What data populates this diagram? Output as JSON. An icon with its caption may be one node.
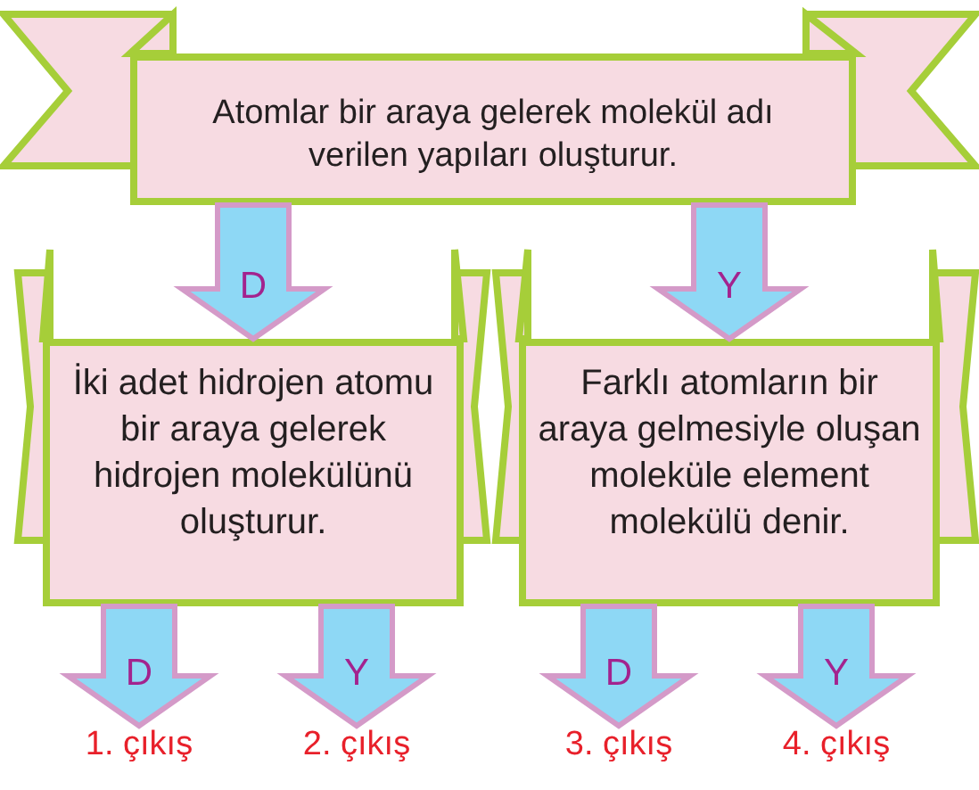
{
  "diagram": {
    "nodes": [
      {
        "text": [
          "Atomlar bir araya gelerek molekül adı verilen yapıları oluşturur."
        ]
      },
      {
        "text": [
          "İki adet hidrojen atomu bir araya gelerek hidrojen molekülünü oluşturur."
        ]
      },
      {
        "text": [
          "Farklı atomların bir araya gelmesiyle oluşan moleküle element molekülü denir."
        ]
      },
      {
        "text": [
          "1. çıkış"
        ]
      },
      {
        "text": [
          "2. çıkış"
        ]
      },
      {
        "text": [
          "3. çıkış"
        ]
      },
      {
        "text": [
          "4. çıkış"
        ]
      }
    ],
    "edges": [
      {
        "from": 0,
        "to": 1,
        "arrow": "to",
        "label": "D"
      },
      {
        "from": 0,
        "to": 2,
        "arrow": "to",
        "label": "Y"
      },
      {
        "from": 1,
        "to": 3,
        "arrow": "to",
        "label": "D"
      },
      {
        "from": 1,
        "to": 4,
        "arrow": "to",
        "label": "Y"
      },
      {
        "from": 2,
        "to": 5,
        "arrow": "to",
        "label": "D"
      },
      {
        "from": 2,
        "to": 6,
        "arrow": "to",
        "label": "Y"
      }
    ]
  }
}
